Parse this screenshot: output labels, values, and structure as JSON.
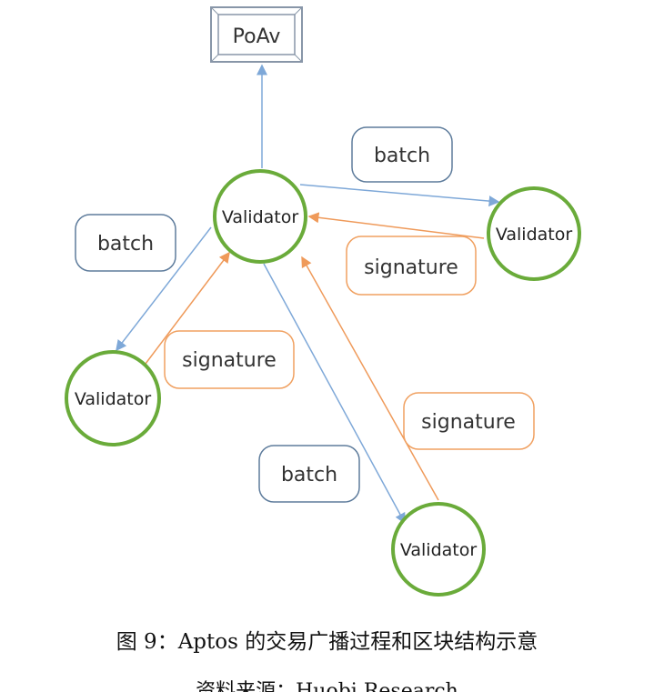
{
  "diagram": {
    "top_box": "PoAv",
    "nodes": [
      "Validator",
      "Validator",
      "Validator",
      "Validator"
    ],
    "labels": {
      "batch_top": "batch",
      "batch_left": "batch",
      "batch_bottom": "batch",
      "signature_right": "signature",
      "signature_left": "signature",
      "signature_bottom": "signature"
    },
    "colors": {
      "batch": "#5b8bd0",
      "signature": "#f0a060",
      "validator": "#6aab3a",
      "box": "#8896a8"
    }
  },
  "caption": {
    "title": "图 9：Aptos 的交易广播过程和区块结构示意",
    "source": "资料来源：Huobi Research"
  }
}
